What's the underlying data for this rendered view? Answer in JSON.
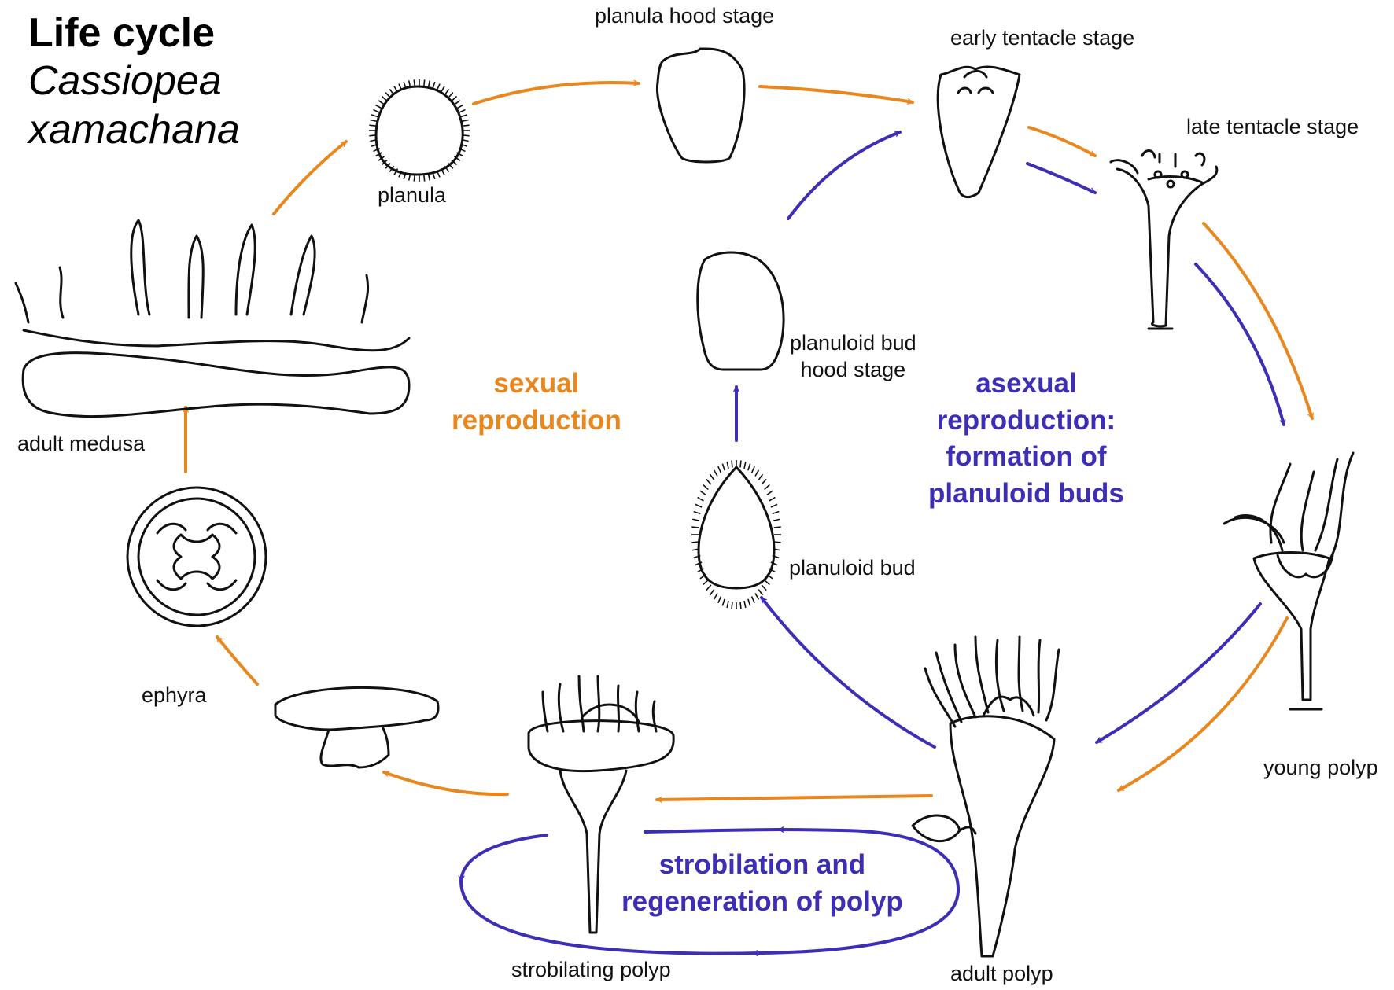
{
  "title": {
    "line1": "Life cycle",
    "line2": "Cassiopea",
    "line3": "xamachana"
  },
  "colors": {
    "sexual": "#e8871e",
    "asexual": "#3d2eb6",
    "outline": "#111111"
  },
  "stages": {
    "planula": "planula",
    "planula_hood": "planula hood stage",
    "early_tentacle": "early tentacle stage",
    "late_tentacle": "late tentacle stage",
    "young_polyp": "young polyp",
    "adult_polyp": "adult polyp",
    "strobilating_polyp": "strobilating polyp",
    "ephyra": "ephyra",
    "adult_medusa": "adult medusa",
    "planuloid_bud": "planuloid bud",
    "planuloid_bud_hood": [
      "planuloid bud",
      "hood stage"
    ]
  },
  "processes": {
    "sexual": [
      "sexual",
      "reproduction"
    ],
    "asexual": [
      "asexual",
      "reproduction:",
      "formation of",
      "planuloid buds"
    ],
    "strobilation": [
      "strobilation and",
      "regeneration of polyp"
    ]
  }
}
